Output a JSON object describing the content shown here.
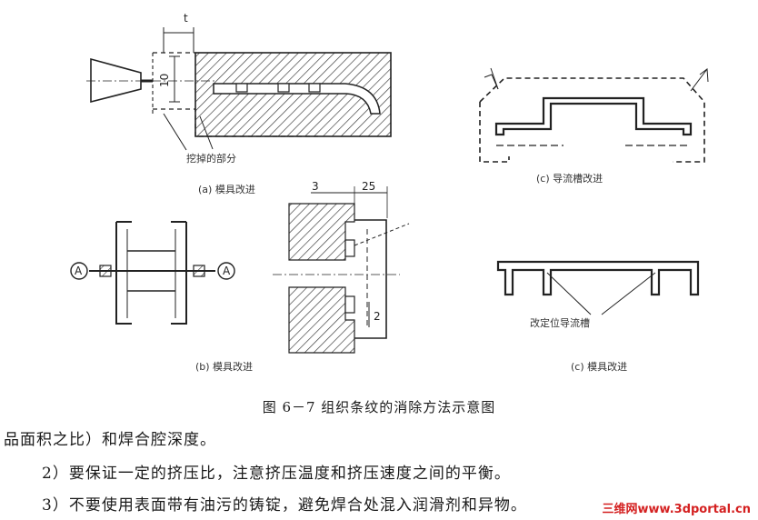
{
  "figure": {
    "caption": "图 6－7   组织条纹的消除方法示意图",
    "panels": {
      "a": {
        "label": "(a) 模具改进",
        "part_label": "挖掉的部分",
        "dim_top": "t",
        "dim_side": "10"
      },
      "b": {
        "label": "(b) 模具改进",
        "dim_a": "3",
        "dim_b": "25",
        "dim_c": "2",
        "section_mark": "A"
      },
      "c_top": {
        "label": "(c) 导流槽改进"
      },
      "c": {
        "label": "(c) 模具改进",
        "leader_label": "改定位导流槽"
      }
    }
  },
  "body": {
    "paragraph_1": "品面积之比）和焊合腔深度。",
    "paragraph_2": "2）要保证一定的挤压比，注意挤压温度和挤压速度之间的平衡。",
    "paragraph_3": "3）不要使用表面带有油污的铸锭，避免焊合处混入润滑剂和异物。"
  },
  "watermark": "三维网www.3dportal.cn"
}
